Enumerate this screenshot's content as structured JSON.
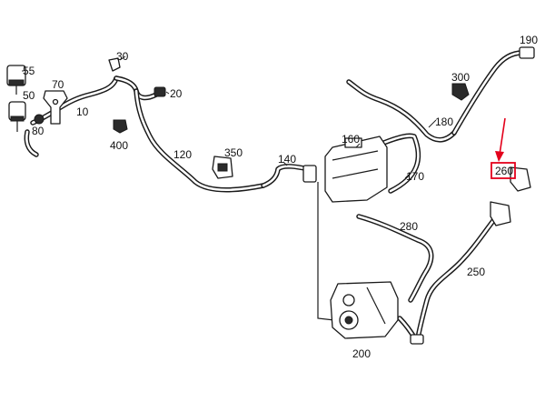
{
  "labels": {
    "p10": "10",
    "p20": "20",
    "p30": "30",
    "p50": "50",
    "p55": "55",
    "p70": "70",
    "p80": "80",
    "p120": "120",
    "p140": "140",
    "p160": "160",
    "p170": "170",
    "p180": "180",
    "p190": "190",
    "p200": "200",
    "p250": "250",
    "p260": "260",
    "p280": "280",
    "p300": "300",
    "p350": "350",
    "p400": "400"
  },
  "colors": {
    "highlight": "#e3001b",
    "line": "#1a1a1a",
    "background": "#ffffff"
  }
}
